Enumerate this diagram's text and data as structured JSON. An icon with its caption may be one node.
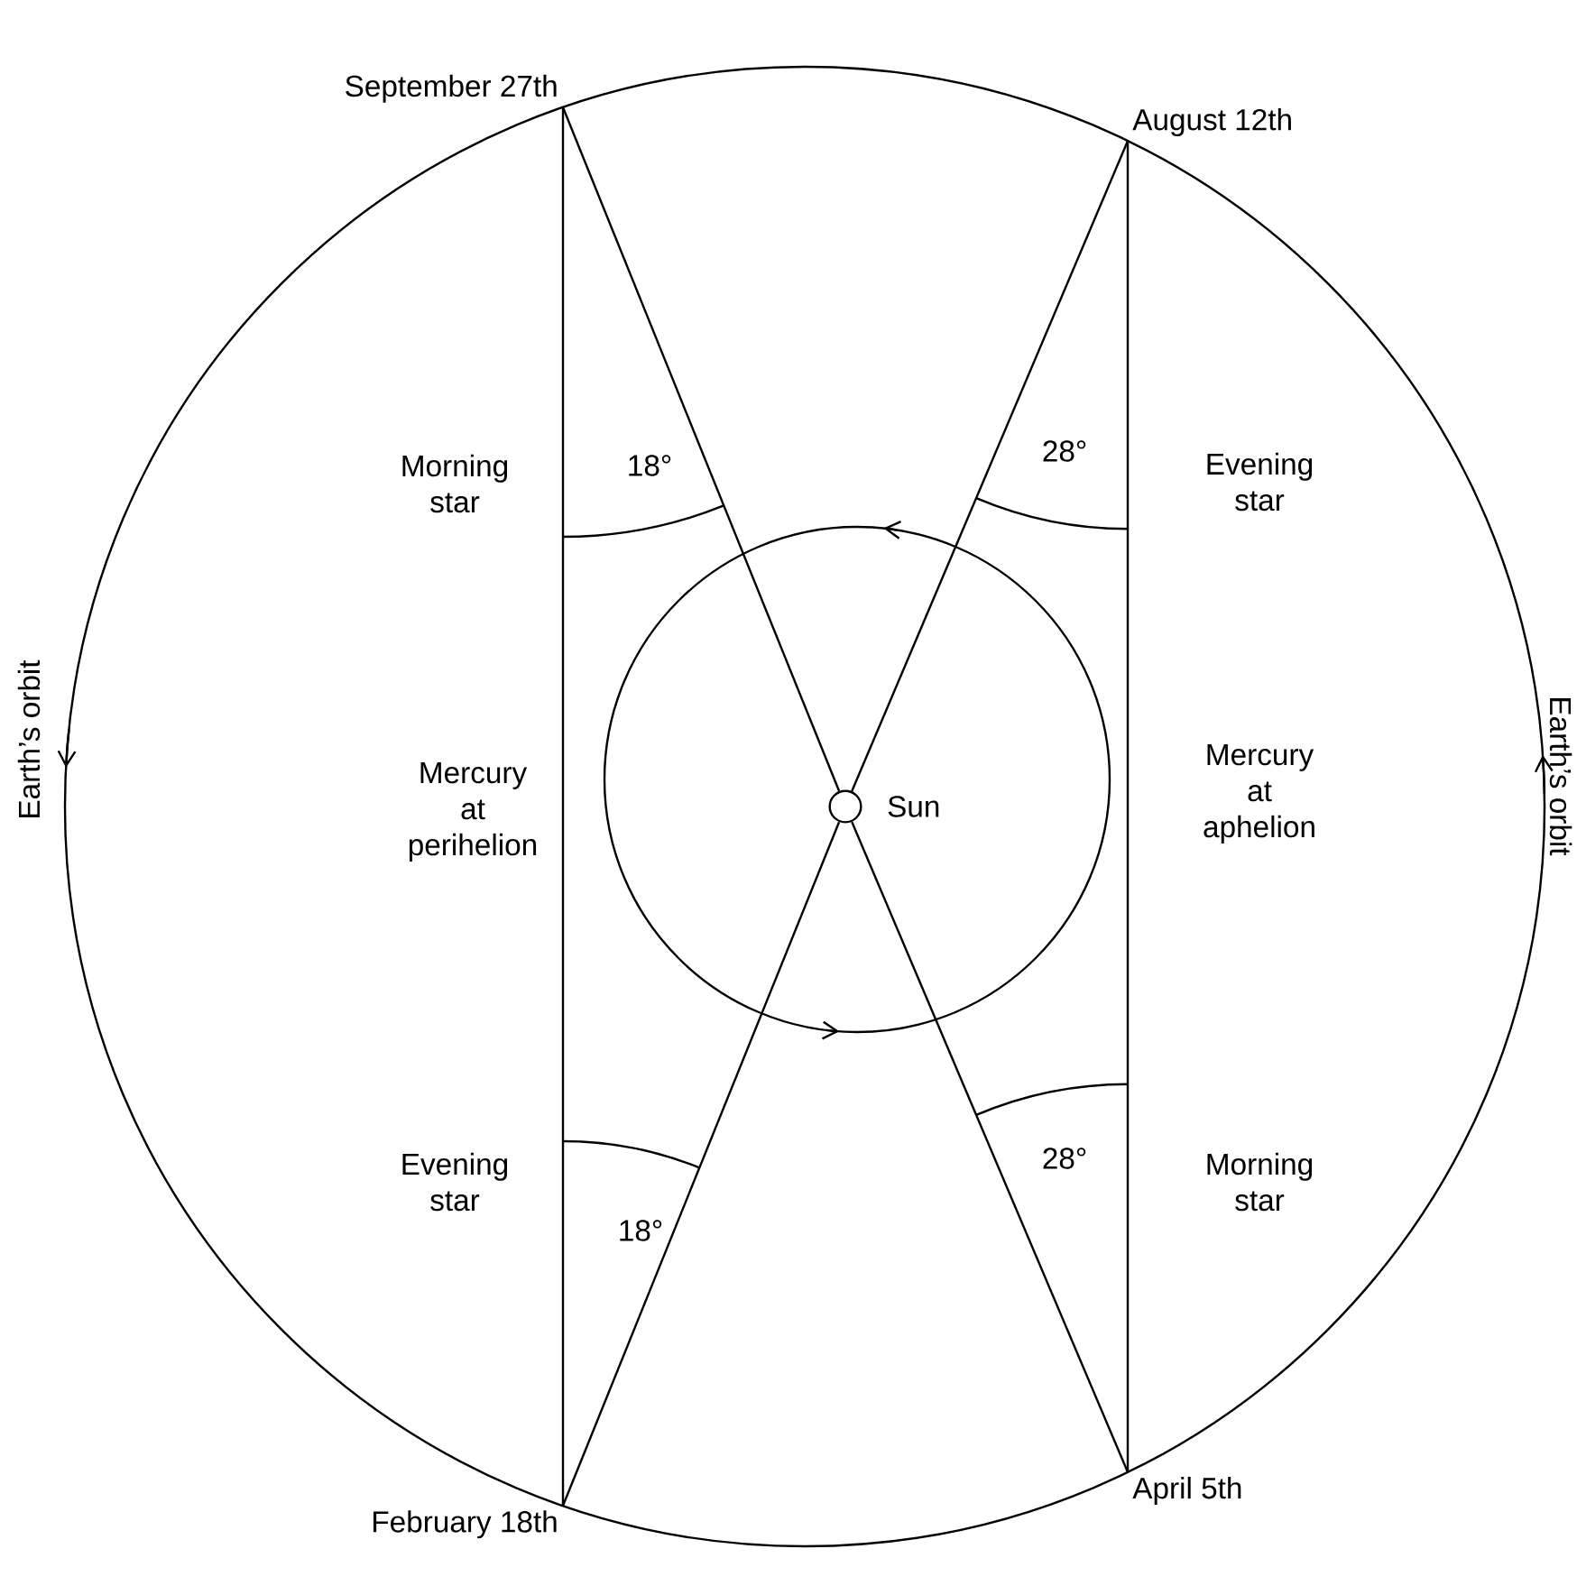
{
  "diagram": {
    "nodes": [
      {
        "text": [
          "September 27th"
        ]
      },
      {
        "text": [
          "August 12th"
        ]
      },
      {
        "text": [],
        "shape": "circle",
        "beside": [
          "Sun"
        ]
      },
      {
        "text": [
          "April 5th"
        ]
      },
      {
        "text": [
          "February 18th"
        ]
      }
    ],
    "edges": [
      {
        "from": 0,
        "to": 4,
        "arrow": "none"
      },
      {
        "from": 1,
        "to": 3,
        "arrow": "none"
      },
      {
        "from": 0,
        "to": 2,
        "arrow": "none"
      },
      {
        "from": 2,
        "to": 3,
        "arrow": "none"
      },
      {
        "from": 1,
        "to": 2,
        "arrow": "none"
      },
      {
        "from": 2,
        "to": 4,
        "arrow": "none"
      }
    ],
    "labels": [
      "18°",
      "28°",
      "Morning star",
      "Evening star",
      "Earth’s orbit",
      "Mercury at perihelion",
      "Mercury at aphelion",
      "Earth’s orbit",
      "28°",
      "Morning star",
      "Evening star",
      "18°"
    ]
  }
}
